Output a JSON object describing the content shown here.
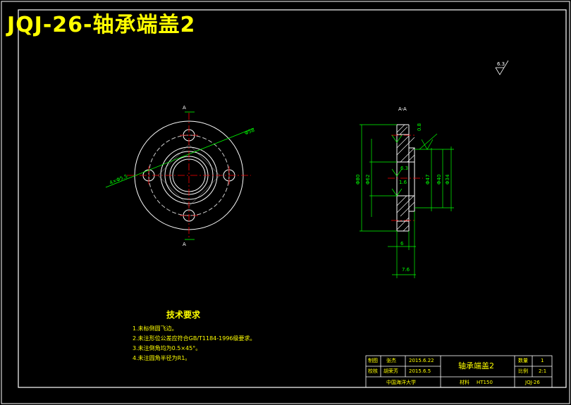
{
  "drawing": {
    "title": "JQJ-26-轴承端盖2",
    "roughness_overall": "6.3",
    "section_label": "A-A",
    "view_marks": {
      "top": "A",
      "bottom": "A"
    },
    "front_dims": {
      "holes": "4×Φ5.5",
      "pcd": "Φ58"
    },
    "side_dims": {
      "d_outer": "Φ80",
      "d_flange_inner": "Φ62",
      "d_47": "Φ47",
      "d_40": "Φ40",
      "d_34": "Φ34",
      "r_top": "0.8",
      "r_mid1": "6.3",
      "r_mid2": "1.6",
      "w6": "6",
      "w76": "7.6"
    }
  },
  "tech": {
    "heading": "技术要求",
    "items": [
      "1.未标倒圆飞边。",
      "2.未注形位公差应符合GB/T1184-1996级要求。",
      "3.未注倒角均为0.5×45°。",
      "4.未注圆角半径为R1。"
    ]
  },
  "title_block": {
    "row1_role": "制图",
    "row1_name": "张杰",
    "row1_date": "2015.6.22",
    "row2_role": "校核",
    "row2_name": "胡荣芳",
    "row2_date": "2015.6.5",
    "part_name": "轴承端盖2",
    "qty_label": "数量",
    "qty_value": "1",
    "scale_label": "比例",
    "scale_value": "2:1",
    "school": "中国海洋大学",
    "material_label": "材料",
    "material_value": "HT150",
    "drawing_no": "JQJ-26"
  },
  "colors": {
    "frame": "#ffffff",
    "text": "#ffff00",
    "dimension": "#00ff00",
    "center": "#ff0000",
    "hatch": "#ffffff",
    "background": "#000000"
  }
}
